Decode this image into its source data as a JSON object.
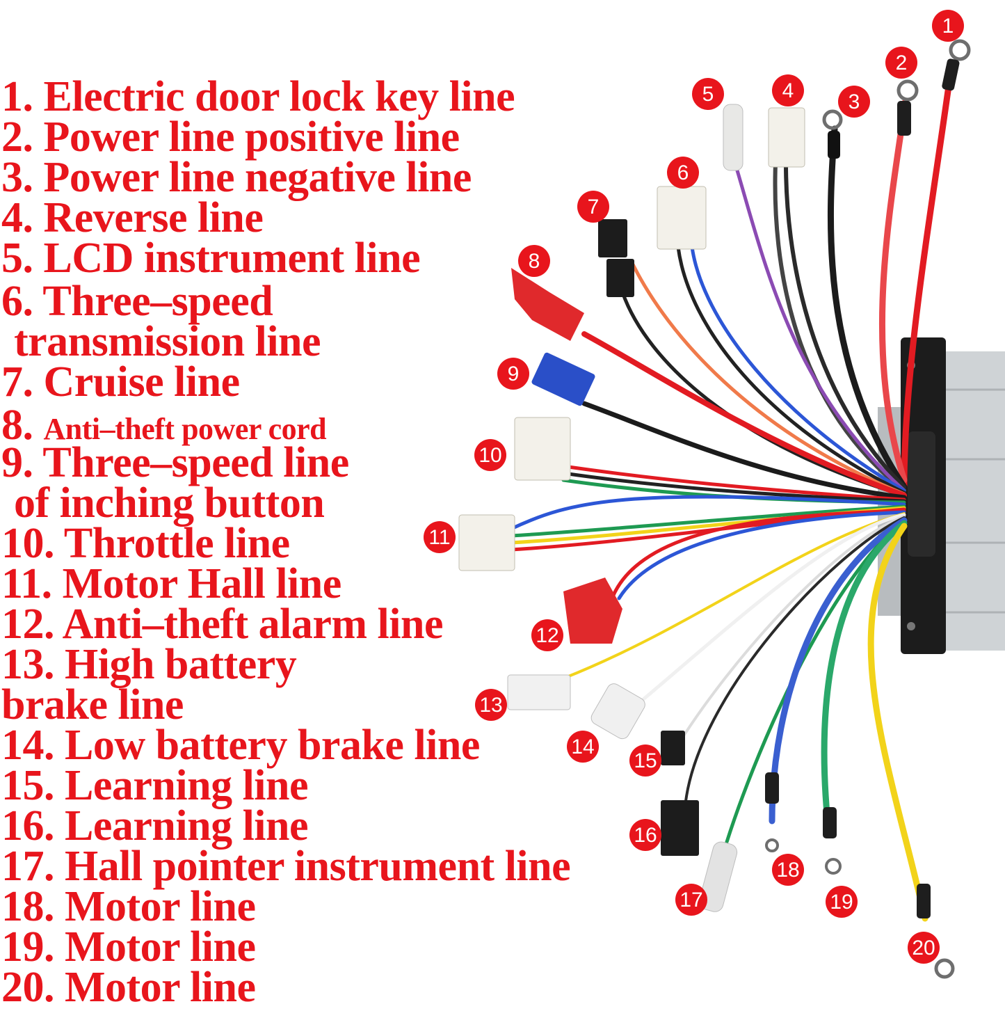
{
  "legend": [
    {
      "n": "1.",
      "text": "Electric door lock key line"
    },
    {
      "n": "2.",
      "text": "Power line positive line"
    },
    {
      "n": "3.",
      "text": "Power line negative line"
    },
    {
      "n": "4.",
      "text": "Reverse line"
    },
    {
      "n": "5.",
      "text": "LCD instrument line"
    },
    {
      "n": "6.",
      "text": "Three–speed"
    },
    {
      "n": "",
      "text": "transmission line"
    },
    {
      "n": "7.",
      "text": "Cruise line"
    },
    {
      "n": "8.",
      "text": "Anti–theft power cord"
    },
    {
      "n": "9.",
      "text": "Three–speed line"
    },
    {
      "n": "",
      "text": "of inching button"
    },
    {
      "n": "10.",
      "text": "Throttle line"
    },
    {
      "n": "11.",
      "text": "Motor Hall line"
    },
    {
      "n": "12.",
      "text": "Anti–theft alarm line"
    },
    {
      "n": "13.",
      "text": "High battery"
    },
    {
      "n": "",
      "text": "brake line"
    },
    {
      "n": "14.",
      "text": "Low battery brake line"
    },
    {
      "n": "15.",
      "text": "Learning line"
    },
    {
      "n": "16.",
      "text": "Learning line"
    },
    {
      "n": "17.",
      "text": "Hall pointer instrument line"
    },
    {
      "n": "18.",
      "text": "Motor line"
    },
    {
      "n": "19.",
      "text": "Motor line"
    },
    {
      "n": "20.",
      "text": "Motor line"
    }
  ],
  "badges": [
    "1",
    "2",
    "3",
    "4",
    "5",
    "6",
    "7",
    "8",
    "9",
    "10",
    "11",
    "12",
    "13",
    "14",
    "15",
    "16",
    "17",
    "18",
    "19",
    "20"
  ],
  "colors": {
    "label_red": "#e8151c",
    "badge_red": "#e8151c",
    "housing": "#cfd3d6",
    "endplate": "#1c1c1c"
  }
}
